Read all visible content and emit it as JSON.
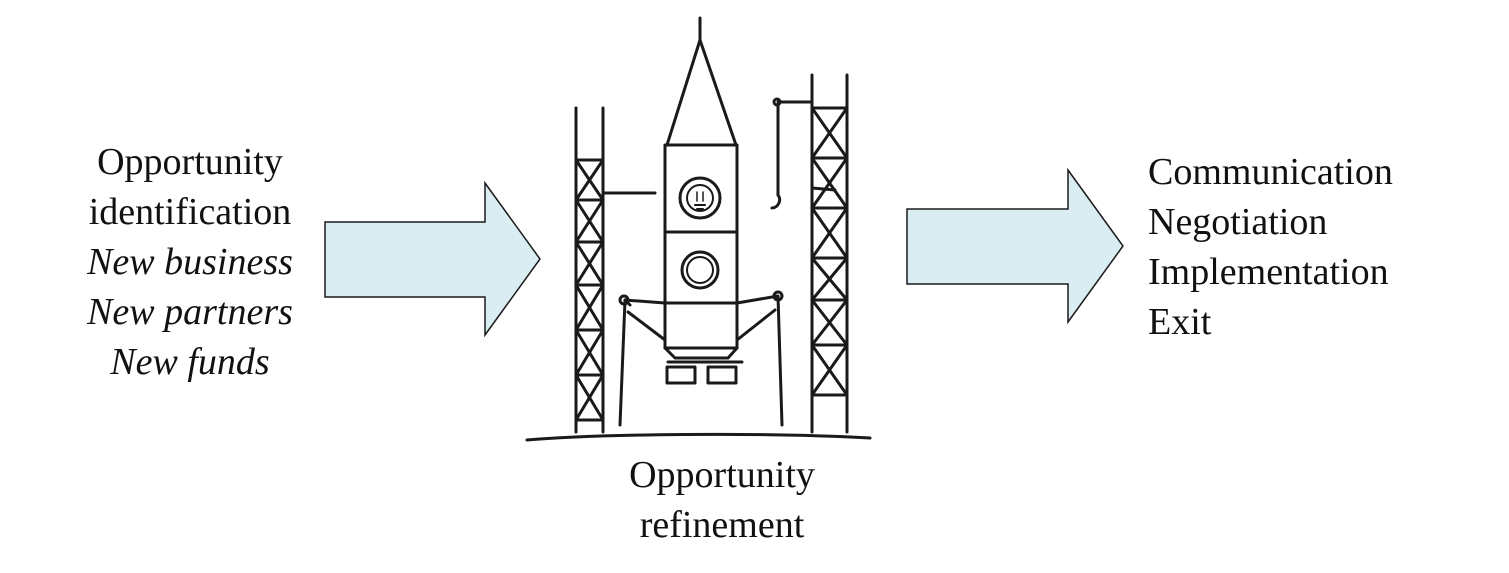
{
  "left_text": {
    "line1": "Opportunity",
    "line2": "identification",
    "items": [
      "New business",
      "New partners",
      "New funds"
    ]
  },
  "bottom_text": {
    "line1": "Opportunity",
    "line2": "refinement"
  },
  "right_text": {
    "items": [
      "Communication",
      "Negotiation",
      "Implementation",
      "Exit"
    ]
  },
  "colors": {
    "arrow_fill": "#daedf2",
    "stroke": "#1a1a1a"
  },
  "icons": {
    "left_arrow": "right-arrow-icon",
    "right_arrow": "right-arrow-icon",
    "sketch": "rocket-launch-sketch"
  }
}
